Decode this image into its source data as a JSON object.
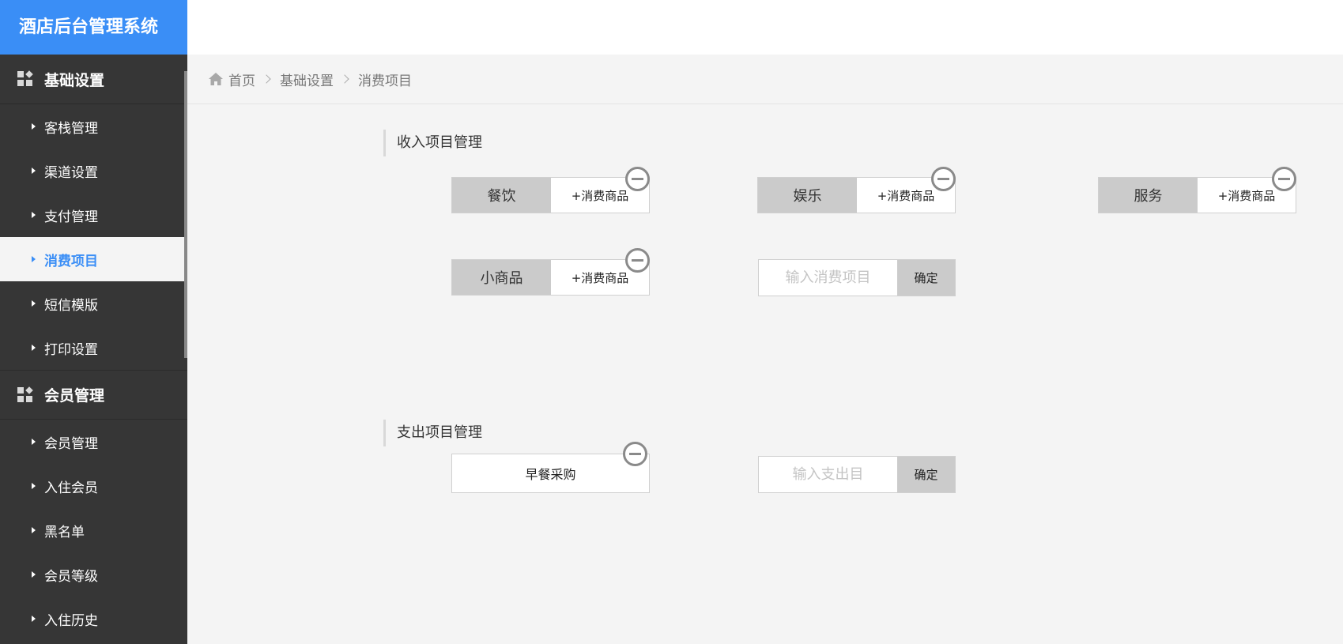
{
  "app": {
    "title": "酒店后台管理系统"
  },
  "sidebar": {
    "groups": [
      {
        "label": "基础设置",
        "items": [
          {
            "label": "客栈管理"
          },
          {
            "label": "渠道设置"
          },
          {
            "label": "支付管理"
          },
          {
            "label": "消费项目",
            "active": true
          },
          {
            "label": "短信模版"
          },
          {
            "label": "打印设置"
          }
        ]
      },
      {
        "label": "会员管理",
        "items": [
          {
            "label": "会员管理"
          },
          {
            "label": "入住会员"
          },
          {
            "label": "黑名单"
          },
          {
            "label": "会员等级"
          },
          {
            "label": "入住历史"
          }
        ]
      }
    ]
  },
  "breadcrumb": {
    "items": [
      "首页",
      "基础设置",
      "消费项目"
    ]
  },
  "income": {
    "title": "收入项目管理",
    "add_label": "+消费商品",
    "categories": [
      "餐饮",
      "娱乐",
      "服务",
      "小商品"
    ],
    "input_placeholder": "输入消费项目",
    "confirm_label": "确定"
  },
  "expense": {
    "title": "支出项目管理",
    "items": [
      "早餐采购"
    ],
    "input_placeholder": "输入支出目",
    "confirm_label": "确定"
  },
  "colors": {
    "accent": "#3a8ef6",
    "sidebar_bg": "#363636",
    "page_bg": "#f4f4f4"
  }
}
